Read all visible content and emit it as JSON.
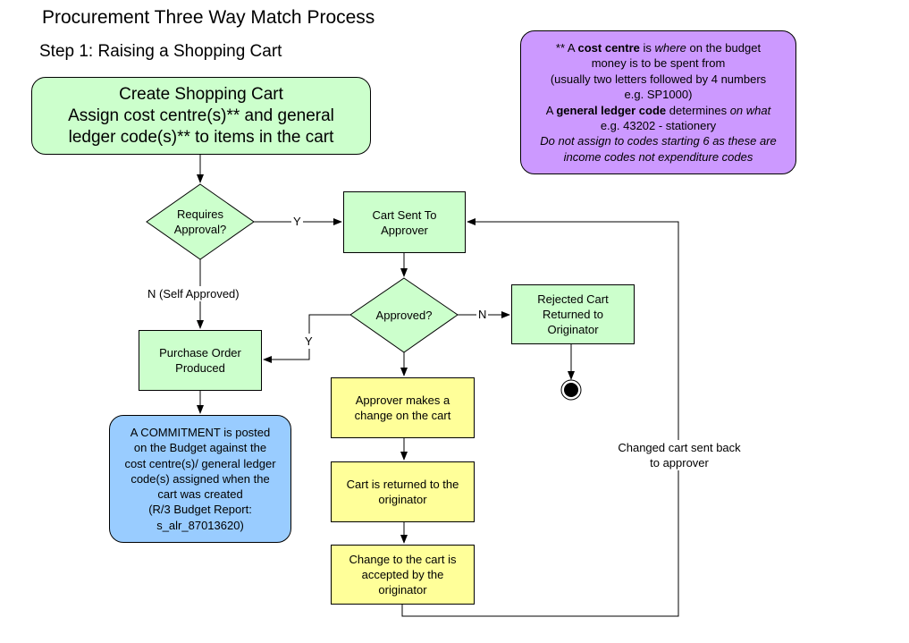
{
  "header": {
    "title": "Procurement Three Way Match Process",
    "subtitle": "Step 1: Raising a Shopping Cart"
  },
  "nodes": {
    "create_cart": [
      "Create Shopping Cart",
      "Assign cost centre(s)** and general",
      "ledger code(s)** to items in the cart"
    ],
    "requires_approval": [
      "Requires",
      "Approval?"
    ],
    "cart_sent": [
      "Cart Sent To",
      "Approver"
    ],
    "approved": [
      "Approved?"
    ],
    "rejected": [
      "Rejected Cart",
      "Returned to",
      "Originator"
    ],
    "purchase_order": [
      "Purchase Order",
      "Produced"
    ],
    "commitment": [
      "A COMMITMENT is posted",
      "on the Budget against the",
      "cost centre(s)/ general ledger",
      "code(s) assigned when the",
      "cart was created",
      "(R/3 Budget Report:",
      "s_alr_87013620)"
    ],
    "approver_change": [
      "Approver makes a",
      "change on the cart"
    ],
    "cart_returned": [
      "Cart is returned to the",
      "originator"
    ],
    "change_accepted": [
      "Change to the cart is",
      "accepted by the",
      "originator"
    ]
  },
  "edge_labels": {
    "yes1": "Y",
    "no_self": "N (Self Approved)",
    "no2": "N",
    "yes2": "Y",
    "changed_back": [
      "Changed cart sent back",
      "to approver"
    ]
  },
  "note": {
    "line1_pre": "** A ",
    "line1_bold": "cost centre",
    "line1_mid": " is ",
    "line1_ital": "where",
    "line1_post": " on the budget",
    "line2": "money is to be spent from",
    "line3": "(usually two letters followed by 4 numbers",
    "line4": "e.g. SP1000)",
    "line5_pre": "A ",
    "line5_bold": "general ledger code",
    "line5_mid": " determines ",
    "line5_ital": "on what",
    "line6": "e.g. 43202 - stationery",
    "line7": "Do not assign to codes starting 6 as these are",
    "line8": "income codes not expenditure codes"
  },
  "colors": {
    "green": "#ccffcc",
    "yellow": "#ffff99",
    "purple": "#cc99ff",
    "blue": "#99ccff"
  }
}
